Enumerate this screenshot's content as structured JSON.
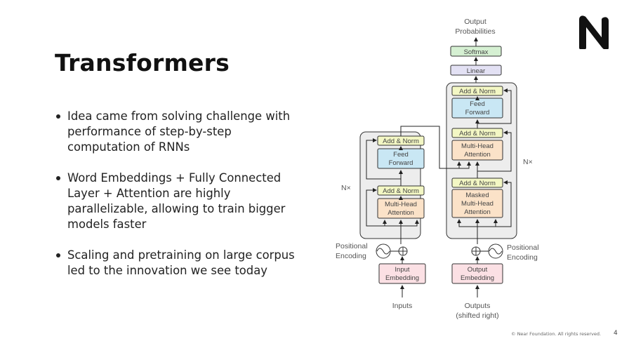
{
  "slide": {
    "title": "Transformers",
    "bullets": [
      "Idea came from solving challenge with performance of step-by-step computation of RNNs",
      "Word Embeddings + Fully Connected Layer + Attention are highly parallelizable, allowing to train bigger models faster",
      "Scaling and pretraining on large corpus led to the innovation we see today"
    ],
    "footer": "© Near Foundation. All rights reserved.",
    "page_number": "4"
  },
  "diagram": {
    "output_probabilities": [
      "Output",
      "Probabilities"
    ],
    "softmax": "Softmax",
    "linear": "Linear",
    "add_norm": "Add & Norm",
    "feed_forward": [
      "Feed",
      "Forward"
    ],
    "multi_head_attention": [
      "Multi-Head",
      "Attention"
    ],
    "masked_multi_head_attention": [
      "Masked",
      "Multi-Head",
      "Attention"
    ],
    "nx": "N×",
    "positional_encoding": [
      "Positional",
      "Encoding"
    ],
    "input_embedding": [
      "Input",
      "Embedding"
    ],
    "output_embedding": [
      "Output",
      "Embedding"
    ],
    "inputs": "Inputs",
    "outputs": [
      "Outputs",
      "(shifted right)"
    ],
    "colors": {
      "add_norm": "#f3f7c4",
      "feed_forward": "#c9e7f4",
      "attention": "#fbe2c8",
      "embedding": "#fbe0e4",
      "softmax": "#d5f0d2",
      "linear": "#e3e1f4",
      "stack_bg": "#ededed"
    }
  }
}
